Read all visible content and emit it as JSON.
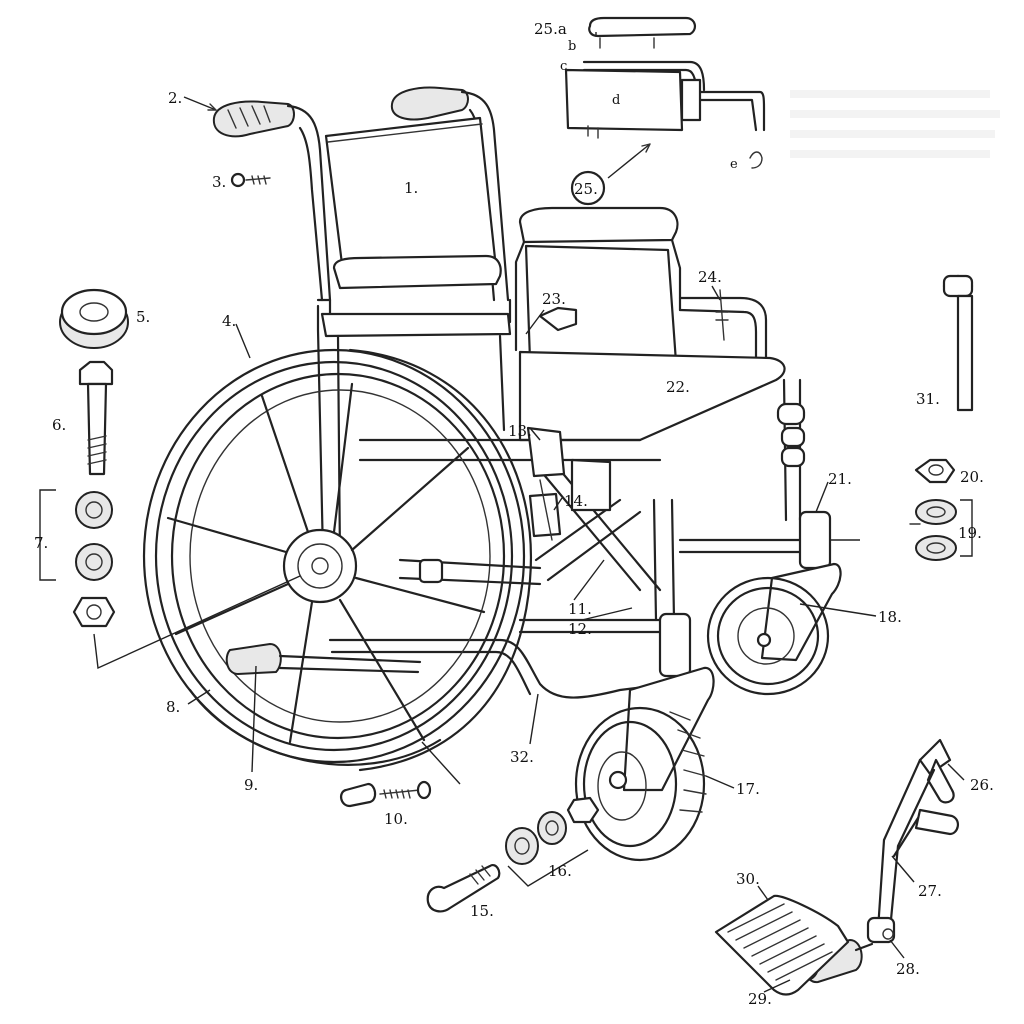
{
  "labels": {
    "p1": "1.",
    "p2": "2.",
    "p3": "3.",
    "p4": "4.",
    "p5": "5.",
    "p6": "6.",
    "p7": "7.",
    "p8": "8.",
    "p9": "9.",
    "p10": "10.",
    "p11": "11.",
    "p12": "12.",
    "p13": "13.",
    "p14": "14.",
    "p15": "15.",
    "p16": "16.",
    "p17": "17.",
    "p18": "18.",
    "p19": "19.",
    "p20": "20.",
    "p21": "21.",
    "p22": "22.",
    "p23": "23.",
    "p24": "24.",
    "p25": "25.",
    "p25a": "25.a",
    "p25b": "b",
    "p25c": "c",
    "p25d": "d",
    "p25e": "e",
    "p26": "26.",
    "p27": "27.",
    "p28": "28.",
    "p29": "29.",
    "p30": "30.",
    "p31": "31.",
    "p32": "32."
  },
  "colors": {
    "line": "#222222",
    "background": "#ffffff"
  }
}
